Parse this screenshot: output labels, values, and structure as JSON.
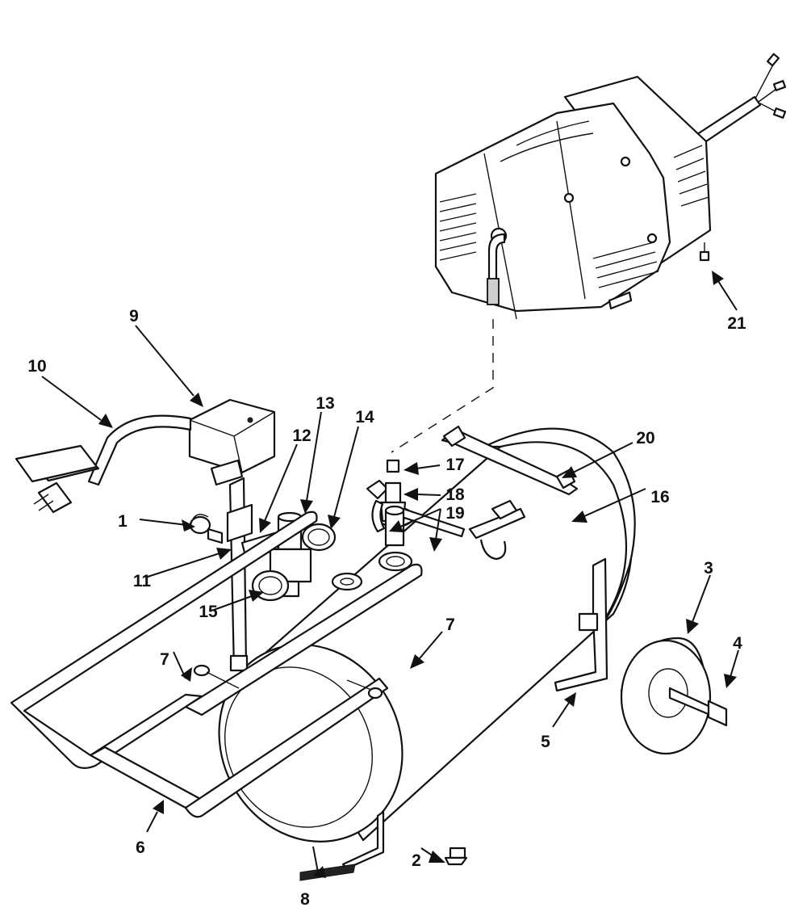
{
  "callouts": [
    {
      "id": "c1",
      "label": "1"
    },
    {
      "id": "c2",
      "label": "2"
    },
    {
      "id": "c3",
      "label": "3"
    },
    {
      "id": "c4",
      "label": "4"
    },
    {
      "id": "c5",
      "label": "5"
    },
    {
      "id": "c6",
      "label": "6"
    },
    {
      "id": "c7a",
      "label": "7"
    },
    {
      "id": "c7b",
      "label": "7"
    },
    {
      "id": "c8",
      "label": "8"
    },
    {
      "id": "c9",
      "label": "9"
    },
    {
      "id": "c10",
      "label": "10"
    },
    {
      "id": "c11",
      "label": "11"
    },
    {
      "id": "c12",
      "label": "12"
    },
    {
      "id": "c13",
      "label": "13"
    },
    {
      "id": "c14",
      "label": "14"
    },
    {
      "id": "c15",
      "label": "15"
    },
    {
      "id": "c16",
      "label": "16"
    },
    {
      "id": "c17",
      "label": "17"
    },
    {
      "id": "c18",
      "label": "18"
    },
    {
      "id": "c19",
      "label": "19"
    },
    {
      "id": "c20",
      "label": "20"
    },
    {
      "id": "c21",
      "label": "21"
    }
  ]
}
